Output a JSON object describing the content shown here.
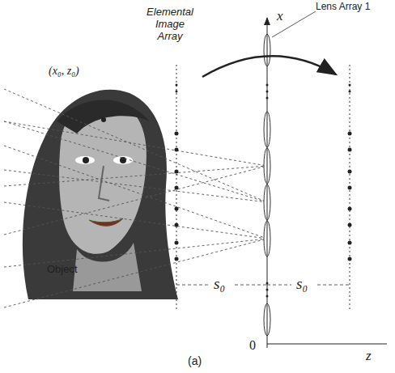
{
  "diagram": {
    "caption": "(a)",
    "labels": [
      "Elemental Image Array",
      "Lens Array 1",
      "x",
      "(x₀, z₀)",
      "Object",
      "s₀",
      "s₀",
      "0",
      "z"
    ]
  }
}
